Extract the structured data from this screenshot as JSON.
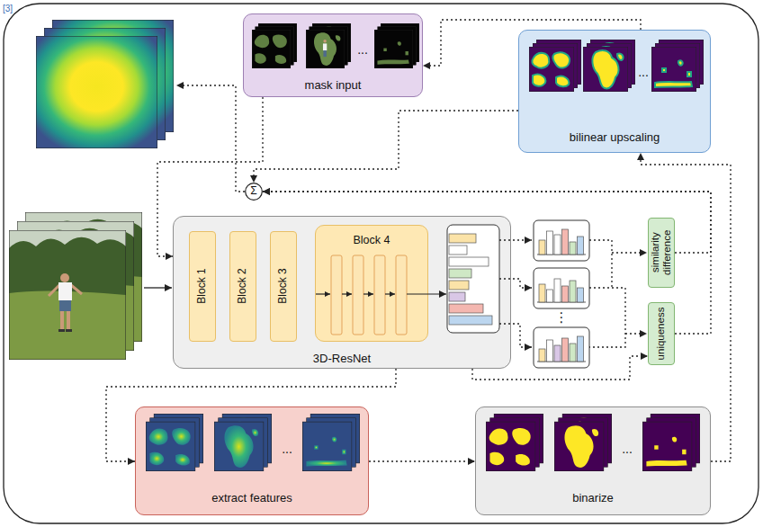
{
  "diagram": {
    "nodes": [
      {
        "text": [
          "...",
          "mask input"
        ]
      },
      {
        "text": [
          "...",
          "bilinear upscaling"
        ]
      },
      {
        "text": [
          "Σ"
        ]
      },
      {
        "text": [
          "3D-ResNet"
        ]
      },
      {
        "text": [
          "Block 1"
        ],
        "in": 3
      },
      {
        "text": [
          "Block 2"
        ],
        "in": 3
      },
      {
        "text": [
          "Block 3"
        ],
        "in": 3
      },
      {
        "text": [
          "Block 4"
        ],
        "in": 3
      },
      {
        "text": [
          "similarity difference"
        ]
      },
      {
        "text": [
          "uniqueness"
        ]
      },
      {
        "text": [
          "...",
          "extract features"
        ]
      },
      {
        "text": [
          "...",
          "binarize"
        ]
      }
    ],
    "edges": [
      {
        "from": 4,
        "to": 5,
        "arrow": "to"
      },
      {
        "from": 5,
        "to": 6,
        "arrow": "to"
      },
      {
        "from": 6,
        "to": 7,
        "arrow": "to"
      },
      {
        "from": 0,
        "to": 3,
        "arrow": "to"
      },
      {
        "from": 1,
        "to": 0,
        "arrow": "to"
      },
      {
        "from": 1,
        "to": 2,
        "arrow": "to"
      },
      {
        "from": 8,
        "to": 2,
        "arrow": "to"
      },
      {
        "from": 9,
        "to": 2,
        "arrow": "to"
      },
      {
        "from": 3,
        "to": 9,
        "arrow": "to"
      },
      {
        "from": 7,
        "to": 10,
        "arrow": "to"
      },
      {
        "from": 10,
        "to": 11,
        "arrow": "to"
      },
      {
        "from": 11,
        "to": 1,
        "arrow": "to"
      }
    ],
    "labels": [
      "[3]",
      "⋮"
    ]
  }
}
